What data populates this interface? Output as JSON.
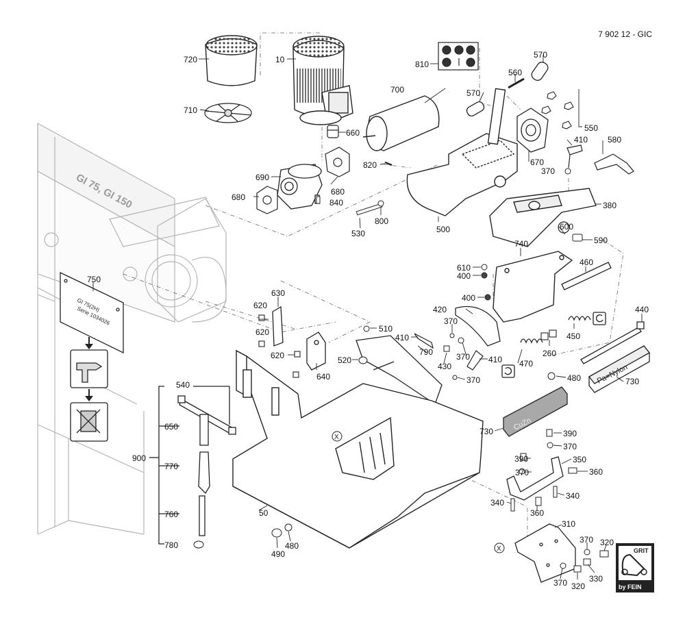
{
  "document_id": "7 902 12 - GIC",
  "machine_label": "GI 75, GI 150",
  "type_plate": {
    "line1": "GI 75(2H)",
    "line2": "Serie 1034026"
  },
  "strip_labels": {
    "nylon": "Pa=Nylon",
    "copper": "CuZn"
  },
  "brand": {
    "top": "GRIT",
    "bottom": "by FEIN"
  },
  "reference_mark": "X",
  "part_labels": [
    {
      "id": "p720",
      "text": "720"
    },
    {
      "id": "p10",
      "text": "10"
    },
    {
      "id": "p710",
      "text": "710"
    },
    {
      "id": "p810",
      "text": "810"
    },
    {
      "id": "p570a",
      "text": "570"
    },
    {
      "id": "p560",
      "text": "560"
    },
    {
      "id": "p700",
      "text": "700"
    },
    {
      "id": "p570b",
      "text": "570"
    },
    {
      "id": "p550",
      "text": "550"
    },
    {
      "id": "p660",
      "text": "660"
    },
    {
      "id": "p410a",
      "text": "410"
    },
    {
      "id": "p580",
      "text": "580"
    },
    {
      "id": "p670",
      "text": "670"
    },
    {
      "id": "p370a",
      "text": "370"
    },
    {
      "id": "p820",
      "text": "820"
    },
    {
      "id": "p690",
      "text": "690"
    },
    {
      "id": "p680a",
      "text": "680"
    },
    {
      "id": "p840",
      "text": "840"
    },
    {
      "id": "p680b",
      "text": "680"
    },
    {
      "id": "p380",
      "text": "380"
    },
    {
      "id": "p800",
      "text": "800"
    },
    {
      "id": "p530",
      "text": "530"
    },
    {
      "id": "p500",
      "text": "500"
    },
    {
      "id": "p600",
      "text": "600"
    },
    {
      "id": "p590",
      "text": "590"
    },
    {
      "id": "p740",
      "text": "740"
    },
    {
      "id": "p460",
      "text": "460"
    },
    {
      "id": "p750",
      "text": "750"
    },
    {
      "id": "p610",
      "text": "610"
    },
    {
      "id": "p400a",
      "text": "400"
    },
    {
      "id": "p400b",
      "text": "400"
    },
    {
      "id": "p630",
      "text": "630"
    },
    {
      "id": "p620a",
      "text": "620"
    },
    {
      "id": "p420",
      "text": "420"
    },
    {
      "id": "p440",
      "text": "440"
    },
    {
      "id": "p620b",
      "text": "620"
    },
    {
      "id": "p370b",
      "text": "370"
    },
    {
      "id": "p510",
      "text": "510"
    },
    {
      "id": "p410b",
      "text": "410"
    },
    {
      "id": "p450",
      "text": "450"
    },
    {
      "id": "p620c",
      "text": "620"
    },
    {
      "id": "p790",
      "text": "790"
    },
    {
      "id": "p370c",
      "text": "370"
    },
    {
      "id": "p410c",
      "text": "410"
    },
    {
      "id": "p260",
      "text": "260"
    },
    {
      "id": "p520",
      "text": "520"
    },
    {
      "id": "p640",
      "text": "640"
    },
    {
      "id": "p430",
      "text": "430"
    },
    {
      "id": "p470",
      "text": "470"
    },
    {
      "id": "p370d",
      "text": "370"
    },
    {
      "id": "p480a",
      "text": "480"
    },
    {
      "id": "p730a",
      "text": "730"
    },
    {
      "id": "p540",
      "text": "540"
    },
    {
      "id": "p650",
      "text": "650"
    },
    {
      "id": "p730b",
      "text": "730"
    },
    {
      "id": "p390a",
      "text": "390"
    },
    {
      "id": "p370e",
      "text": "370"
    },
    {
      "id": "p900",
      "text": "900"
    },
    {
      "id": "p390b",
      "text": "390"
    },
    {
      "id": "p350",
      "text": "350"
    },
    {
      "id": "p770",
      "text": "770"
    },
    {
      "id": "p370f",
      "text": "370"
    },
    {
      "id": "p360a",
      "text": "360"
    },
    {
      "id": "p340a",
      "text": "340"
    },
    {
      "id": "p340b",
      "text": "340"
    },
    {
      "id": "p360b",
      "text": "360"
    },
    {
      "id": "p760",
      "text": "760"
    },
    {
      "id": "p50",
      "text": "50"
    },
    {
      "id": "p310",
      "text": "310"
    },
    {
      "id": "p780",
      "text": "780"
    },
    {
      "id": "p480b",
      "text": "480"
    },
    {
      "id": "p490",
      "text": "490"
    },
    {
      "id": "p370g",
      "text": "370"
    },
    {
      "id": "p320a",
      "text": "320"
    },
    {
      "id": "p330",
      "text": "330"
    },
    {
      "id": "p370h",
      "text": "370"
    },
    {
      "id": "p320b",
      "text": "320"
    }
  ]
}
